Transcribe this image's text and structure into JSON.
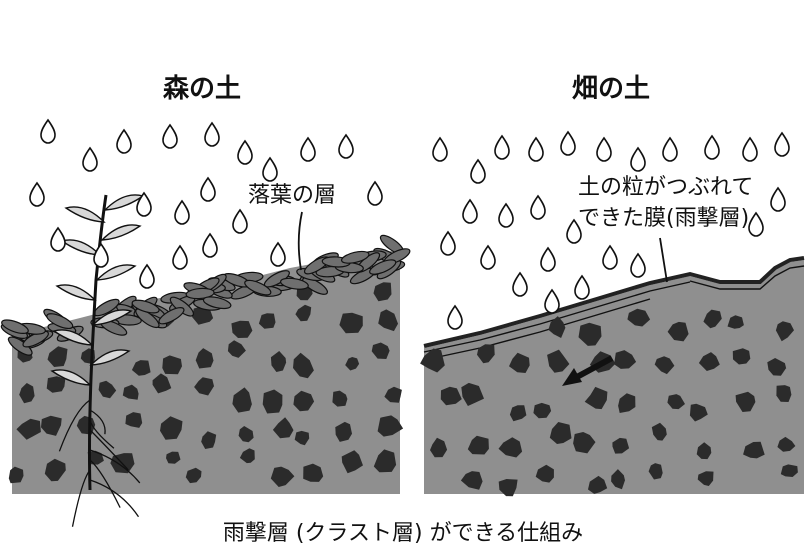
{
  "forest": {
    "title": "森の土",
    "leaf_label": "落葉の層"
  },
  "field": {
    "title": "畑の土",
    "crust_label_line1": "土の粒がつぶれて",
    "crust_label_line2": "できた膜(雨撃層)"
  },
  "caption": "雨撃層 (クラスト層) ができる仕組み",
  "colors": {
    "soil_fill": "#8f8f8f",
    "clod_fill": "#2b2b2b",
    "leaf_fill": "#6f6f6f",
    "line": "#111111"
  },
  "icons": [
    "raindrop-icon",
    "plant-icon",
    "arrow-left-icon"
  ]
}
